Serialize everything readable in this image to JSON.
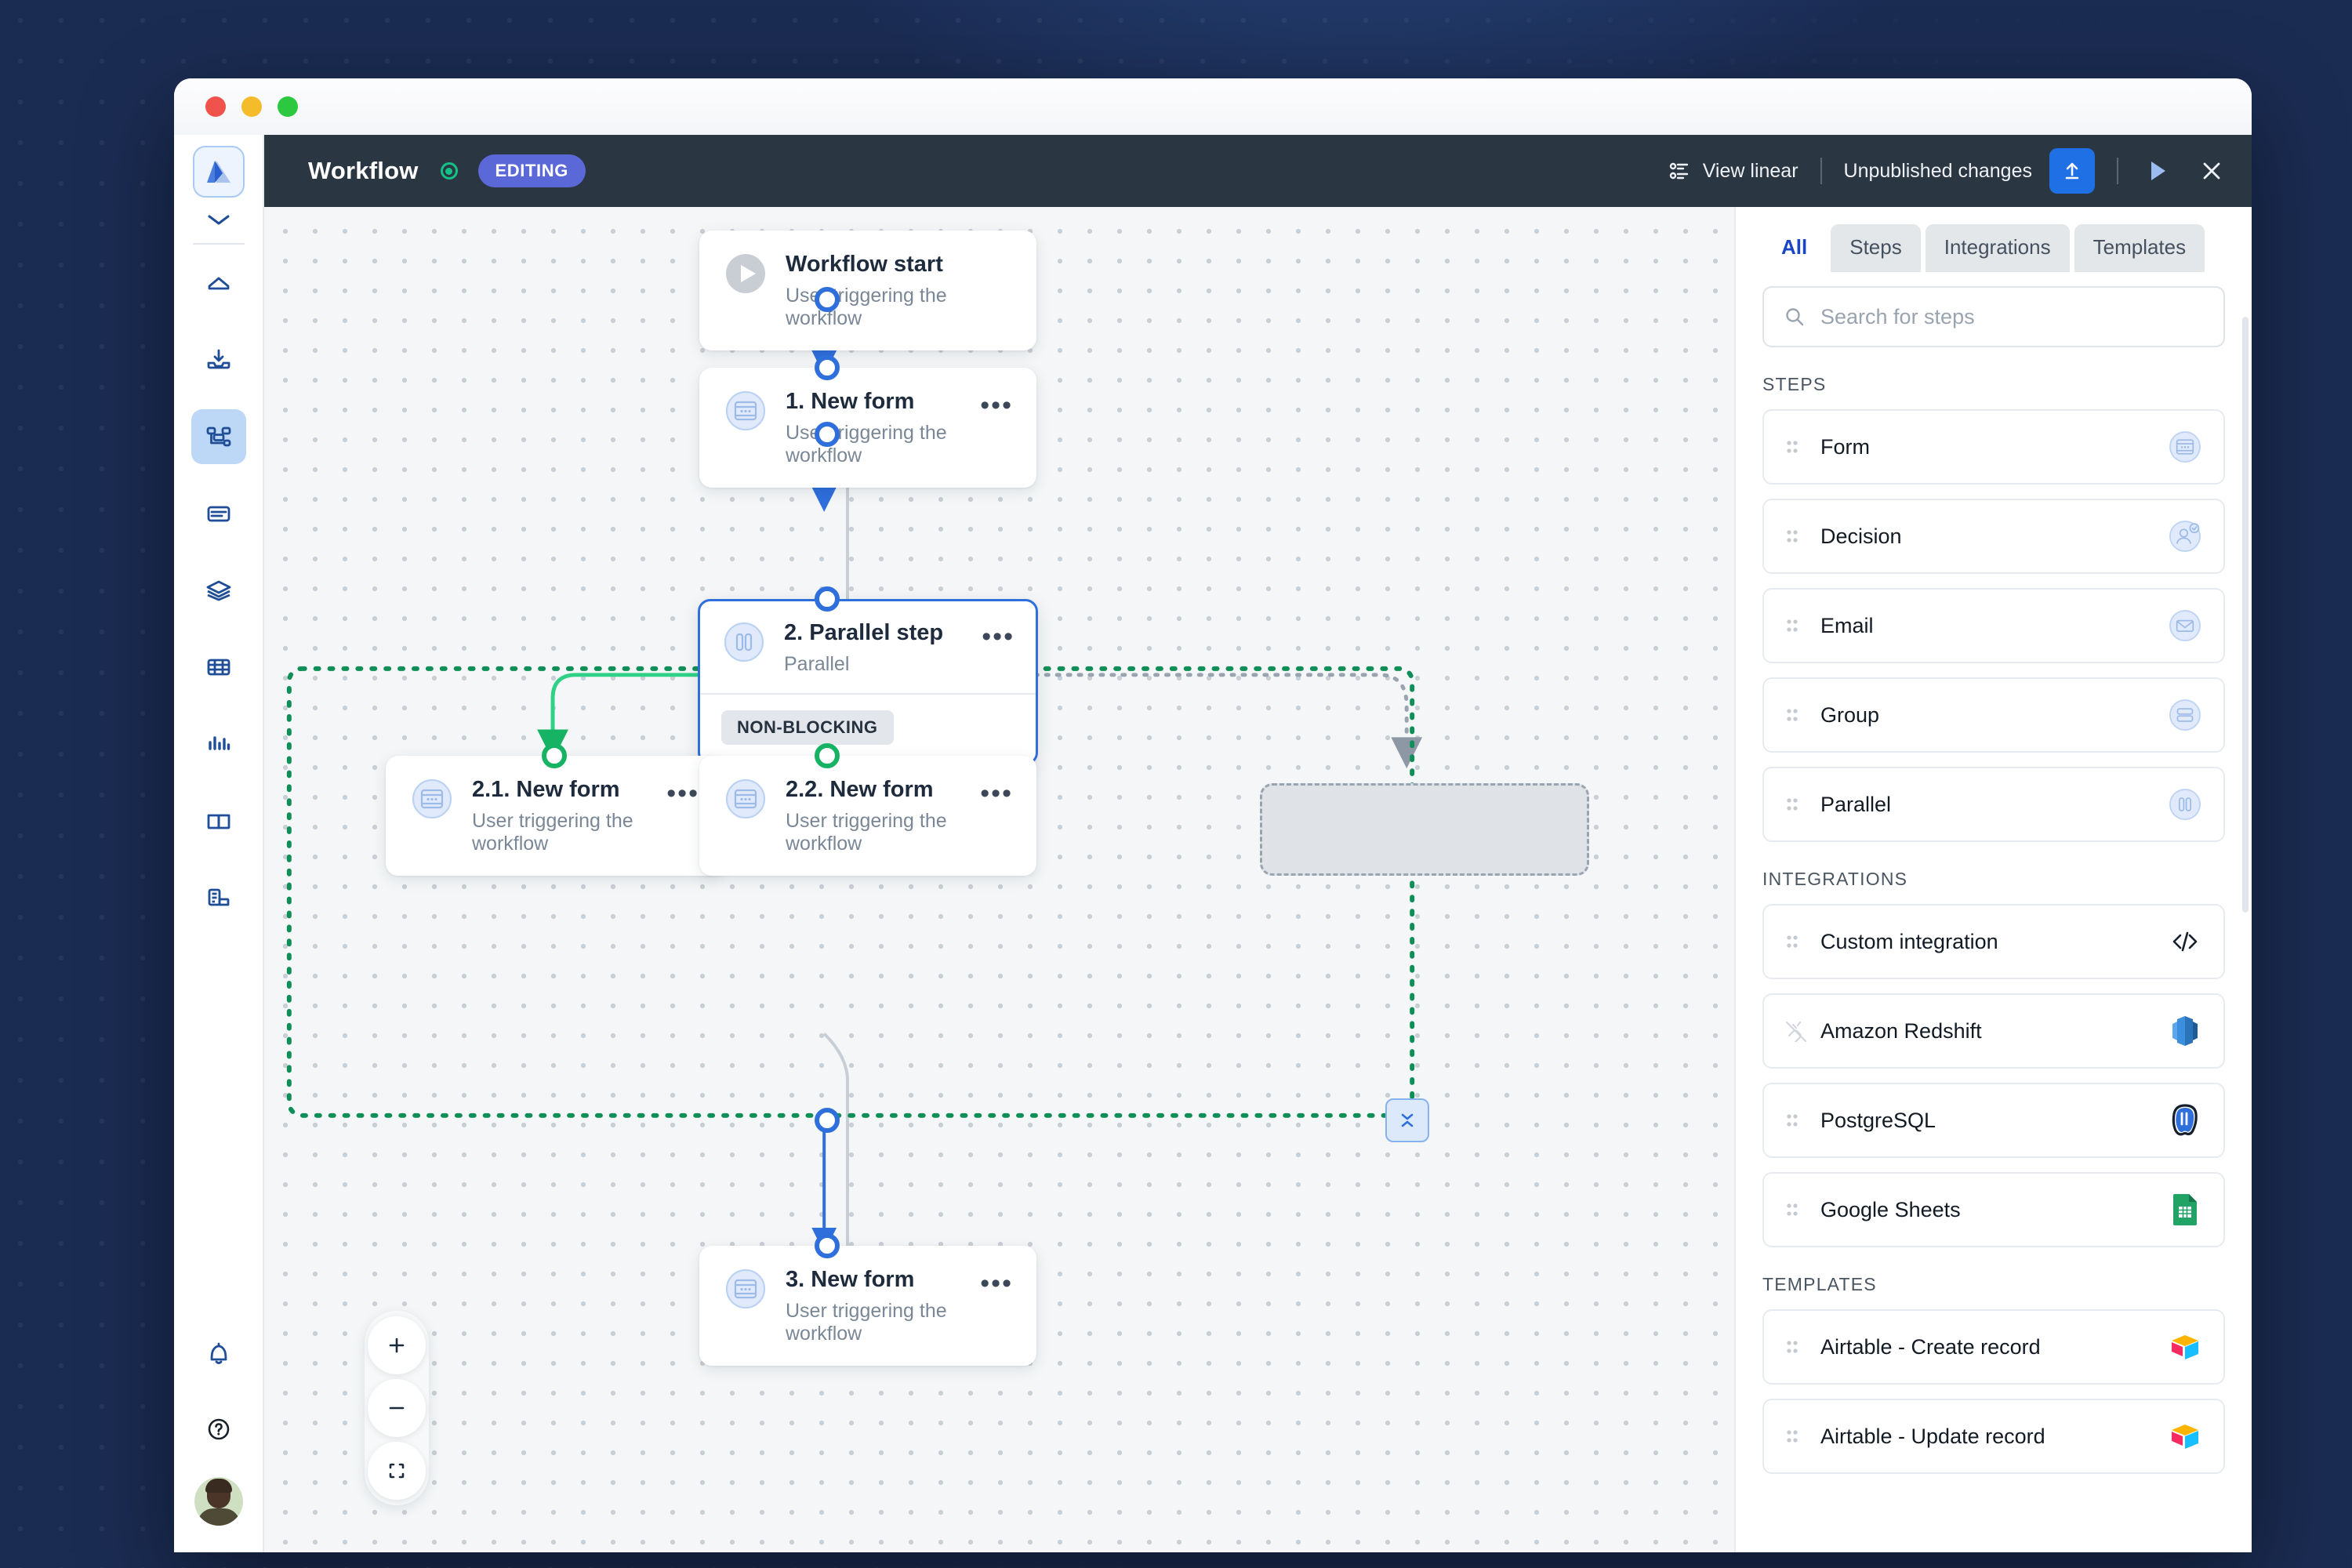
{
  "window": {
    "traffic_lights": [
      "close",
      "minimize",
      "zoom"
    ]
  },
  "rail": {
    "logo_name": "app-logo",
    "collapse_icon": "chevron-down-icon",
    "items": [
      {
        "name": "home-icon",
        "label": "Home"
      },
      {
        "name": "inbox-icon",
        "label": "Inbox"
      },
      {
        "name": "workflows-icon",
        "label": "Workflows",
        "active": true
      },
      {
        "name": "forms-icon",
        "label": "Forms"
      },
      {
        "name": "layers-icon",
        "label": "Layers"
      },
      {
        "name": "table-icon",
        "label": "Tables"
      },
      {
        "name": "analytics-icon",
        "label": "Analytics"
      },
      {
        "name": "book-icon",
        "label": "Library"
      },
      {
        "name": "reports-icon",
        "label": "Reports"
      }
    ],
    "bottom": [
      {
        "name": "bell-icon",
        "label": "Notifications"
      },
      {
        "name": "help-icon",
        "label": "Help"
      },
      {
        "name": "avatar",
        "label": "Account"
      }
    ]
  },
  "topbar": {
    "title": "Workflow",
    "status": "live",
    "badge": "EDITING",
    "view_linear": "View linear",
    "unpublished": "Unpublished changes",
    "publish_icon": "upload-icon",
    "run_icon": "play-icon",
    "close_icon": "close-icon"
  },
  "canvas": {
    "nodes": [
      {
        "id": "start",
        "title": "Workflow start",
        "subtitle": "User triggering the workflow",
        "icon": "play-circle-icon",
        "menu": false
      },
      {
        "id": "n1",
        "title": "1. New form",
        "subtitle": "User triggering the workflow",
        "icon": "form-icon",
        "menu": true
      },
      {
        "id": "n2",
        "title": "2. Parallel step",
        "subtitle": "Parallel",
        "icon": "parallel-icon",
        "menu": true,
        "chip": "NON-BLOCKING",
        "selected": true
      },
      {
        "id": "n21",
        "title": "2.1. New form",
        "subtitle": "User triggering the workflow",
        "icon": "form-icon",
        "menu": true
      },
      {
        "id": "n22",
        "title": "2.2. New form",
        "subtitle": "User triggering the workflow",
        "icon": "form-icon",
        "menu": true
      },
      {
        "id": "n3",
        "title": "3. New form",
        "subtitle": "User triggering the workflow",
        "icon": "form-icon",
        "menu": true
      }
    ],
    "collapse_icon": "collapse-vertical-icon",
    "zoom_controls": [
      {
        "name": "zoom-in-button",
        "icon": "plus-icon"
      },
      {
        "name": "zoom-out-button",
        "icon": "minus-icon"
      },
      {
        "name": "fit-view-button",
        "icon": "fit-screen-icon"
      }
    ]
  },
  "panel": {
    "tabs": [
      {
        "label": "All",
        "active": true
      },
      {
        "label": "Steps",
        "active": false
      },
      {
        "label": "Integrations",
        "active": false
      },
      {
        "label": "Templates",
        "active": false
      }
    ],
    "search": {
      "placeholder": "Search for steps",
      "value": "",
      "icon": "search-icon"
    },
    "sections": [
      {
        "title": "STEPS",
        "items": [
          {
            "label": "Form",
            "icon": "form-icon"
          },
          {
            "label": "Decision",
            "icon": "decision-icon"
          },
          {
            "label": "Email",
            "icon": "email-icon"
          },
          {
            "label": "Group",
            "icon": "group-icon"
          },
          {
            "label": "Parallel",
            "icon": "parallel-icon"
          }
        ]
      },
      {
        "title": "INTEGRATIONS",
        "items": [
          {
            "label": "Custom integration",
            "icon": "code-icon",
            "grip": "grip-icon"
          },
          {
            "label": "Amazon Redshift",
            "icon": "redshift-icon",
            "grip": "plug-disconnected-icon"
          },
          {
            "label": "PostgreSQL",
            "icon": "postgresql-icon",
            "grip": "grip-icon"
          },
          {
            "label": "Google Sheets",
            "icon": "google-sheets-icon",
            "grip": "grip-icon"
          }
        ]
      },
      {
        "title": "TEMPLATES",
        "items": [
          {
            "label": "Airtable - Create record",
            "icon": "airtable-icon"
          },
          {
            "label": "Airtable - Update record",
            "icon": "airtable-icon"
          }
        ]
      }
    ]
  },
  "colors": {
    "accent_blue": "#2f6fdc",
    "accent_green": "#16b364",
    "badge_purple": "#5b68d8",
    "topbar": "#2b3643",
    "backdrop": "#1b2c53"
  }
}
